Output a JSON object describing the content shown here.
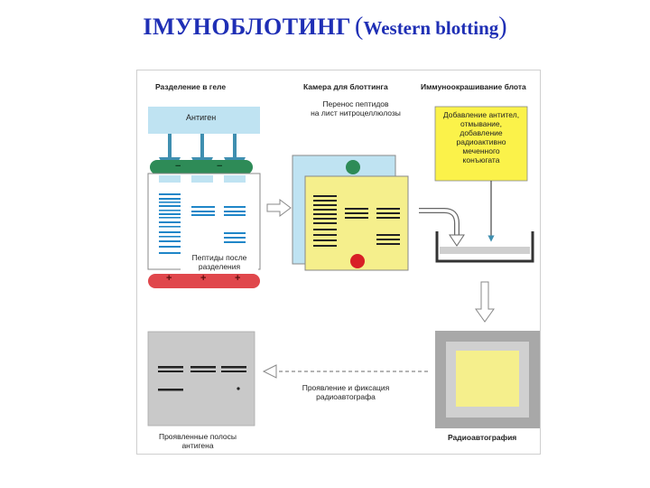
{
  "title": {
    "main": "ІМУНОБЛОТИНГ",
    "paren_open": "(",
    "sub": "Western blotting",
    "paren_close": ")"
  },
  "diagram": {
    "headers": {
      "gel_separation": "Разделение в геле",
      "blot_chamber": "Камера для блоттинга",
      "immunostain": "Иммуноокрашивание блота"
    },
    "antigen_label": "Антиген",
    "transfer_caption": "Перенос пептидов\nна лист нитроцеллюлозы",
    "peptides_caption": "Пептиды после\nразделения",
    "addition_caption": "Добавление антител,\nотмывание,\nдобавление\nрадиоактивно\nмеченного\nконъюгата",
    "develop_caption": "Проявление и фиксация\nрадиоавтографа",
    "autoradiography_caption": "Радиоавтография",
    "bands_caption": "Проявленные полосы\nантигена",
    "gel_minus": "−",
    "gel_plus": "+"
  },
  "colors": {
    "title": "#1f2fb5",
    "antigen_box": "#bfe3f2",
    "electrode_top": "#2e8b57",
    "electrode_bottom": "#e0474c",
    "gel_band": "#1f86c8",
    "membrane": "#f5ef8c",
    "callout": "#fbf24a",
    "film": "#c9c9c9",
    "frame_gray": "#9e9e9e"
  }
}
